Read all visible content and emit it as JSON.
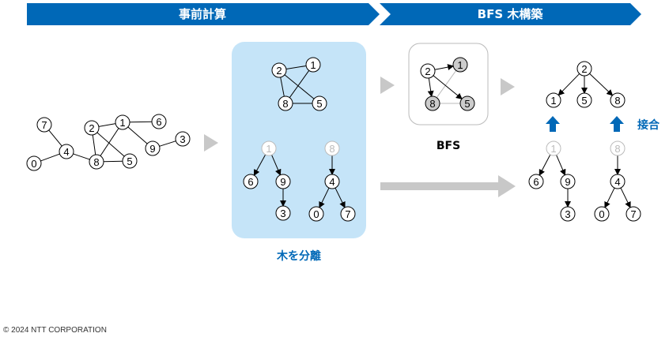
{
  "banners": {
    "precompute": "事前計算",
    "bfs_build": "BFS 木構築"
  },
  "captions": {
    "separate_tree": "木を分離",
    "bfs": "BFS",
    "merge": "接合"
  },
  "copyright": "© 2024 NTT CORPORATION",
  "colors": {
    "banner_blue": "#0068b7",
    "caption_blue": "#0068b7",
    "highlight_box": "#c5e4f8",
    "arrow_gray": "#c8c8c8",
    "faded_node": "#bbbbbb",
    "visited_fill": "#cccccc"
  },
  "graphs": {
    "original": {
      "nodes": [
        "7",
        "4",
        "0",
        "2",
        "1",
        "6",
        "9",
        "3",
        "8",
        "5"
      ],
      "edges": [
        [
          "7",
          "4"
        ],
        [
          "0",
          "4"
        ],
        [
          "4",
          "8"
        ],
        [
          "2",
          "1"
        ],
        [
          "2",
          "8"
        ],
        [
          "2",
          "5"
        ],
        [
          "1",
          "8"
        ],
        [
          "1",
          "6"
        ],
        [
          "1",
          "9"
        ],
        [
          "9",
          "3"
        ],
        [
          "8",
          "5"
        ]
      ]
    },
    "core": {
      "nodes": [
        "2",
        "1",
        "8",
        "5"
      ],
      "edges": [
        [
          "2",
          "1"
        ],
        [
          "2",
          "8"
        ],
        [
          "2",
          "5"
        ],
        [
          "1",
          "8"
        ],
        [
          "8",
          "5"
        ]
      ]
    },
    "forest": {
      "trees": [
        {
          "root": "1",
          "edges": [
            [
              "1",
              "6"
            ],
            [
              "1",
              "9"
            ],
            [
              "9",
              "3"
            ]
          ]
        },
        {
          "root": "8",
          "edges": [
            [
              "8",
              "4"
            ],
            [
              "4",
              "0"
            ],
            [
              "4",
              "7"
            ]
          ]
        }
      ]
    },
    "bfs": {
      "nodes": [
        "2",
        "1",
        "8",
        "5"
      ],
      "tree_edges": [
        [
          "2",
          "1"
        ],
        [
          "2",
          "8"
        ],
        [
          "2",
          "5"
        ]
      ],
      "non_tree_edges": [
        [
          "1",
          "8"
        ],
        [
          "8",
          "5"
        ]
      ]
    },
    "result": {
      "root": "2",
      "children": [
        "1",
        "5",
        "8"
      ]
    }
  }
}
